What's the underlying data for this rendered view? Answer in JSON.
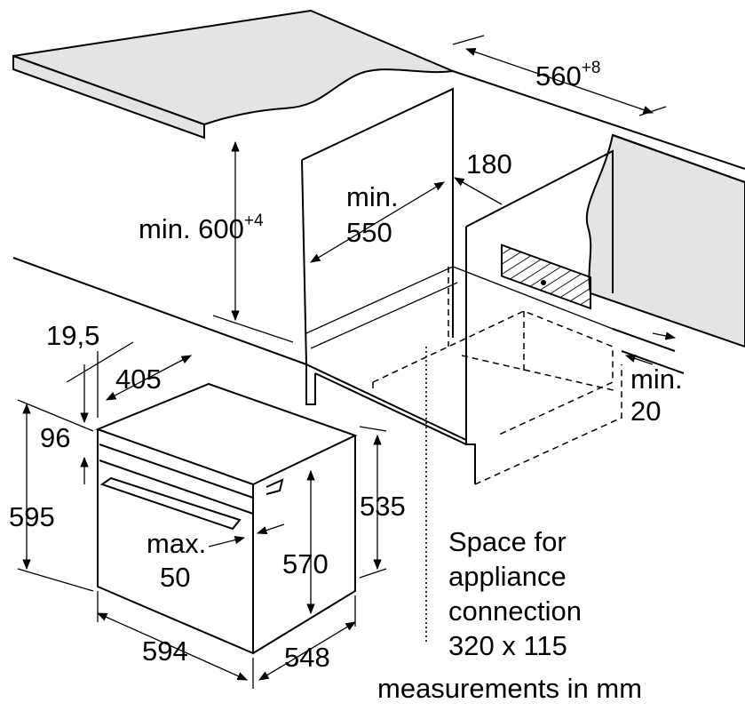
{
  "title": "Built-in oven installation diagram",
  "dimensions": {
    "niche_width": {
      "value": "560",
      "tolerance": "+8"
    },
    "vent_depth": "180",
    "min_depth": {
      "prefix": "min.",
      "value": "550"
    },
    "niche_height": {
      "value": "min. 600",
      "tolerance": "+4"
    },
    "panel_offset": "19,5",
    "front_depth": "405",
    "top_height": "96",
    "total_height": "595",
    "handle_projection": {
      "prefix": "max.",
      "value": "50"
    },
    "body_height": "570",
    "side_height": "535",
    "width": "594",
    "depth": "548",
    "min_gap": {
      "prefix": "min.",
      "value": "20"
    }
  },
  "connection_note": [
    "Space for",
    "appliance",
    "connection",
    "320 x 115"
  ],
  "units_note": "measurements in mm"
}
